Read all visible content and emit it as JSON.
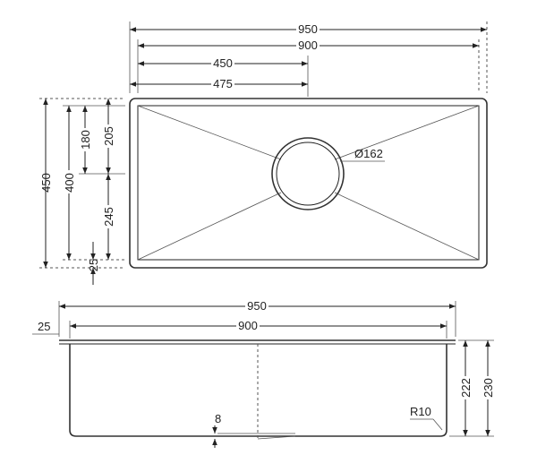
{
  "colors": {
    "ink": "#222222",
    "paper": "#ffffff"
  },
  "top_view": {
    "overall_width": "950",
    "inner_width": "900",
    "drain_offset_inner": "450",
    "drain_offset_outer": "475",
    "overall_depth": "450",
    "inner_depth": "400",
    "drain_from_top_inner": "180",
    "drain_from_top_outer": "205",
    "drain_to_bottom": "245",
    "rim_width": "25",
    "drain_diameter": "Ø162"
  },
  "side_view": {
    "overall_width": "950",
    "inner_width": "900",
    "flange": "25",
    "depth_inner": "222",
    "depth_outer": "230",
    "corner_radius": "R10",
    "slope": "8"
  }
}
